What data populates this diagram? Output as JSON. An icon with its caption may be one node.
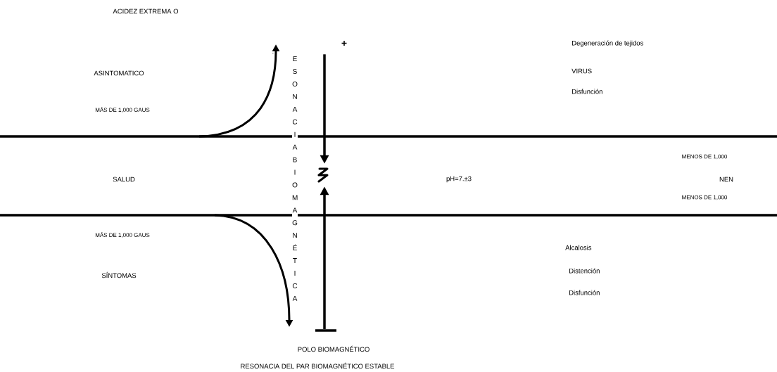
{
  "diagram": {
    "nodes": [
      {
        "text": [
          "+"
        ]
      },
      {
        "text": [],
        "shape": "picture"
      },
      {
        "text": [],
        "shape": "bar"
      }
    ],
    "edges": [
      {
        "from": 0,
        "to": 1,
        "arrow": "to"
      },
      {
        "from": 2,
        "to": 1,
        "arrow": "to"
      }
    ],
    "labels": [
      "ACIDEZ EXTREMA O",
      "Degeneración de tejidos",
      "´",
      "ASINTOMATICO",
      "VIRUS",
      "Disfunción",
      "MÁS DE 1,000 GAUS",
      "ESONACIA BIOMAGNÉTICA",
      "MENOS DE 1,000",
      "SALUD",
      "pH=7.±3",
      "NEN",
      "MENOS DE 1,000",
      "MÁS DE 1,000 GAUS",
      "Alcalosis",
      "Distención",
      "SÍNTOMAS",
      "Disfunción",
      "POLO BIOMAGNÉTICO",
      "RESONACIA DEL PAR BIOMAGNÉTICO ESTABLE"
    ]
  }
}
